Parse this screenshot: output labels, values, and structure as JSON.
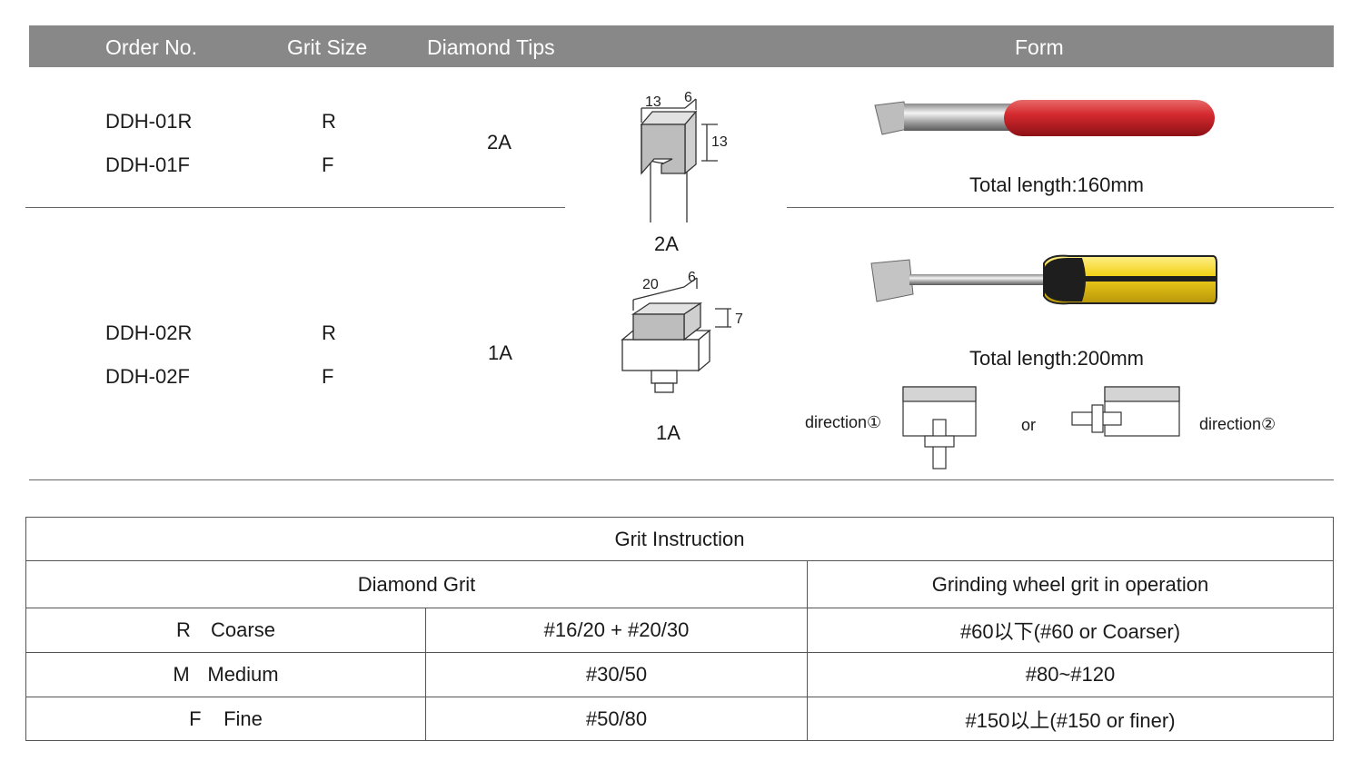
{
  "header": {
    "order_no": "Order No.",
    "grit_size": "Grit Size",
    "diamond_tips": "Diamond Tips",
    "form": "Form"
  },
  "products": [
    {
      "order_1": "DDH-01R",
      "order_2": "DDH-01F",
      "grit_1": "R",
      "grit_2": "F",
      "tip": "2A",
      "tip_label": "2A",
      "dims": [
        "13",
        "6",
        "13"
      ],
      "total_length": "Total length:160mm",
      "handle_color": "#d42a2f"
    },
    {
      "order_1": "DDH-02R",
      "order_2": "DDH-02F",
      "grit_1": "R",
      "grit_2": "F",
      "tip": "1A",
      "tip_label": "1A",
      "dims": [
        "20",
        "6",
        "7"
      ],
      "total_length": "Total length:200mm",
      "handle_color": "#f2d21a"
    }
  ],
  "direction": {
    "first": "direction①",
    "or": "or",
    "second": "direction②"
  },
  "grit_table": {
    "title": "Grit Instruction",
    "col_diamond": "Diamond Grit",
    "col_wheel": "Grinding wheel grit in operation",
    "rows": [
      {
        "code": "R",
        "name": "Coarse",
        "grit": "#16/20 + #20/30",
        "wheel": "#60以下(#60 or Coarser)"
      },
      {
        "code": "M",
        "name": "Medium",
        "grit": "#30/50",
        "wheel": "#80~#120"
      },
      {
        "code": "F",
        "name": "Fine",
        "grit": "#50/80",
        "wheel": "#150以上(#150 or finer)"
      }
    ]
  }
}
